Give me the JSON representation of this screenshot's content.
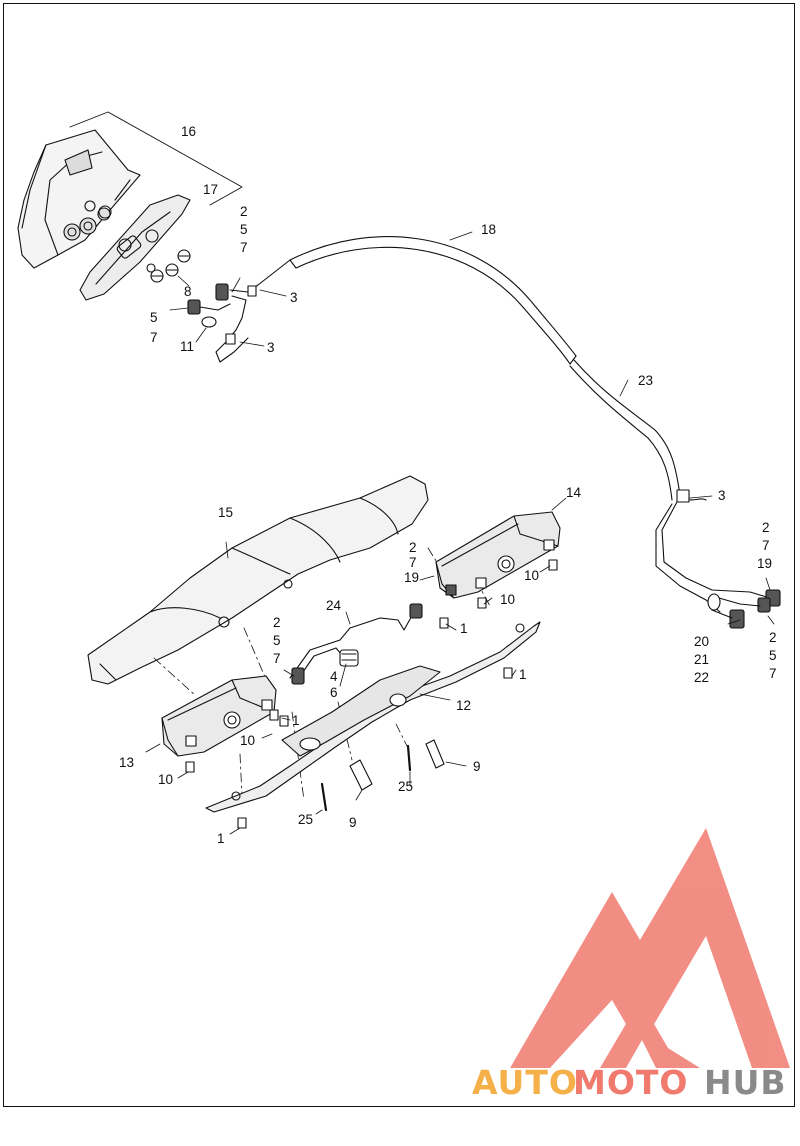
{
  "callouts": [
    {
      "id": "lbl-16",
      "text": "16"
    },
    {
      "id": "lbl-17",
      "text": "17"
    },
    {
      "id": "lbl-2a",
      "text": "2"
    },
    {
      "id": "lbl-5a",
      "text": "5"
    },
    {
      "id": "lbl-7a",
      "text": "7"
    },
    {
      "id": "lbl-3a",
      "text": "3"
    },
    {
      "id": "lbl-8",
      "text": "8"
    },
    {
      "id": "lbl-5b",
      "text": "5"
    },
    {
      "id": "lbl-7b",
      "text": "7"
    },
    {
      "id": "lbl-11",
      "text": "11"
    },
    {
      "id": "lbl-3b",
      "text": "3"
    },
    {
      "id": "lbl-18",
      "text": "18"
    },
    {
      "id": "lbl-23",
      "text": "23"
    },
    {
      "id": "lbl-3c",
      "text": "3"
    },
    {
      "id": "lbl-2c",
      "text": "2"
    },
    {
      "id": "lbl-7c",
      "text": "7"
    },
    {
      "id": "lbl-19c",
      "text": "19"
    },
    {
      "id": "lbl-20",
      "text": "20"
    },
    {
      "id": "lbl-21",
      "text": "21"
    },
    {
      "id": "lbl-22",
      "text": "22"
    },
    {
      "id": "lbl-2d",
      "text": "2"
    },
    {
      "id": "lbl-5d",
      "text": "5"
    },
    {
      "id": "lbl-7d",
      "text": "7"
    },
    {
      "id": "lbl-14",
      "text": "14"
    },
    {
      "id": "lbl-15",
      "text": "15"
    },
    {
      "id": "lbl-2e",
      "text": "2"
    },
    {
      "id": "lbl-7e",
      "text": "7"
    },
    {
      "id": "lbl-19e",
      "text": "19"
    },
    {
      "id": "lbl-10a",
      "text": "10"
    },
    {
      "id": "lbl-10b",
      "text": "10"
    },
    {
      "id": "lbl-1a",
      "text": "1"
    },
    {
      "id": "lbl-24",
      "text": "24"
    },
    {
      "id": "lbl-2f",
      "text": "2"
    },
    {
      "id": "lbl-5f",
      "text": "5"
    },
    {
      "id": "lbl-7f",
      "text": "7"
    },
    {
      "id": "lbl-4",
      "text": "4"
    },
    {
      "id": "lbl-6",
      "text": "6"
    },
    {
      "id": "lbl-1b",
      "text": "1"
    },
    {
      "id": "lbl-12",
      "text": "12"
    },
    {
      "id": "lbl-1c",
      "text": "1"
    },
    {
      "id": "lbl-10c",
      "text": "10"
    },
    {
      "id": "lbl-13",
      "text": "13"
    },
    {
      "id": "lbl-10d",
      "text": "10"
    },
    {
      "id": "lbl-25a",
      "text": "25"
    },
    {
      "id": "lbl-9a",
      "text": "9"
    },
    {
      "id": "lbl-25b",
      "text": "25"
    },
    {
      "id": "lbl-9b",
      "text": "9"
    },
    {
      "id": "lbl-1d",
      "text": "1"
    }
  ],
  "watermark": {
    "part1": "AUTO",
    "part2": "MOTO",
    "part3": "HUB",
    "color_primary": "#f07a6e",
    "color_accent": "#f5b04a",
    "color_dark": "#8a8a8a"
  }
}
